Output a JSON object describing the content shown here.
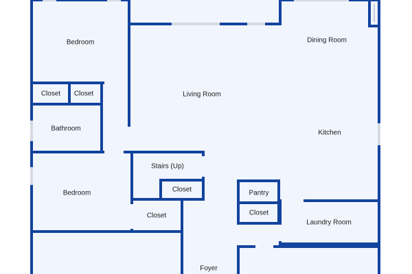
{
  "floor_plan": {
    "rooms": {
      "bedroom_top": "Bedroom",
      "closet_a": "Closet",
      "closet_b": "Closet",
      "bathroom": "Bathroom",
      "bedroom_left": "Bedroom",
      "living_room": "Living Room",
      "stairs": "Stairs (Up)",
      "closet_stairs": "Closet",
      "closet_mid": "Closet",
      "foyer": "Foyer",
      "dining_room": "Dining Room",
      "kitchen": "Kitchen",
      "pantry": "Pantry",
      "closet_pantry": "Closet",
      "laundry_room": "Laundry Room"
    }
  },
  "colors": {
    "wall": "#13449e",
    "floor": "#f1f5fd",
    "window": "#d6dae2",
    "background": "#ffffff"
  }
}
